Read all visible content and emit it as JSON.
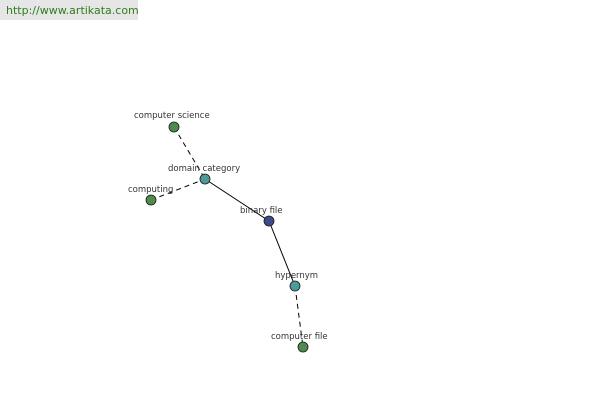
{
  "header": {
    "url": "http://www.artikata.com",
    "url_color": "#2e7d1e"
  },
  "graph": {
    "colors": {
      "leaf": "#4f8a4f",
      "relation": "#4e9a9a",
      "center": "#3e4a8a",
      "edge": "#000000"
    },
    "nodes": [
      {
        "id": "computer-science",
        "label": "computer science",
        "kind": "leaf"
      },
      {
        "id": "domain-category",
        "label": "domain category",
        "kind": "relation"
      },
      {
        "id": "computing",
        "label": "computing",
        "kind": "leaf"
      },
      {
        "id": "binary-file",
        "label": "binary file",
        "kind": "center"
      },
      {
        "id": "hypernym",
        "label": "hypernym",
        "kind": "relation"
      },
      {
        "id": "computer-file",
        "label": "computer file",
        "kind": "leaf"
      }
    ],
    "edges": [
      {
        "from": "computer-science",
        "to": "domain-category",
        "style": "dashed"
      },
      {
        "from": "computing",
        "to": "domain-category",
        "style": "dashed"
      },
      {
        "from": "domain-category",
        "to": "binary-file",
        "style": "solid"
      },
      {
        "from": "binary-file",
        "to": "hypernym",
        "style": "solid"
      },
      {
        "from": "hypernym",
        "to": "computer-file",
        "style": "dashed"
      }
    ]
  }
}
